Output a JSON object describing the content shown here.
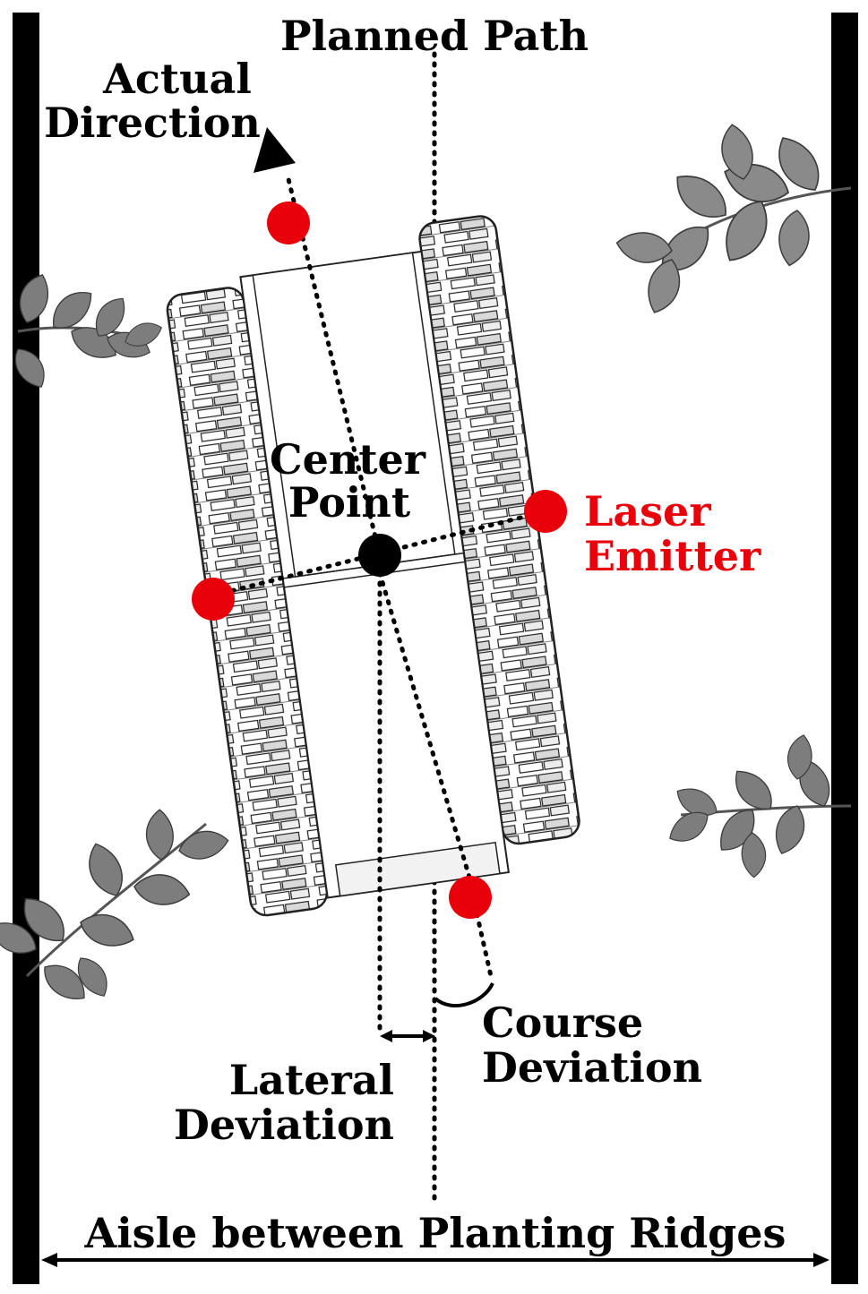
{
  "labels": {
    "planned_path": "Planned Path",
    "actual_direction_line1": "Actual",
    "actual_direction_line2": "Direction",
    "center_point_line1": "Center",
    "center_point_line2": "Point",
    "laser_emitter_line1": "Laser",
    "laser_emitter_line2": "Emitter",
    "course_deviation_line1": "Course",
    "course_deviation_line2": "Deviation",
    "lateral_deviation_line1": "Lateral",
    "lateral_deviation_line2": "Deviation",
    "aisle": "Aisle between Planting Ridges"
  },
  "colors": {
    "laser": "#e8000b",
    "ink": "#000000",
    "leaf": "#7d7d7d",
    "leaf_dark": "#4a4a4a",
    "track": "#bfbfbf"
  },
  "icons": [
    "leaf-cluster-icon",
    "tracked-vehicle-icon"
  ]
}
